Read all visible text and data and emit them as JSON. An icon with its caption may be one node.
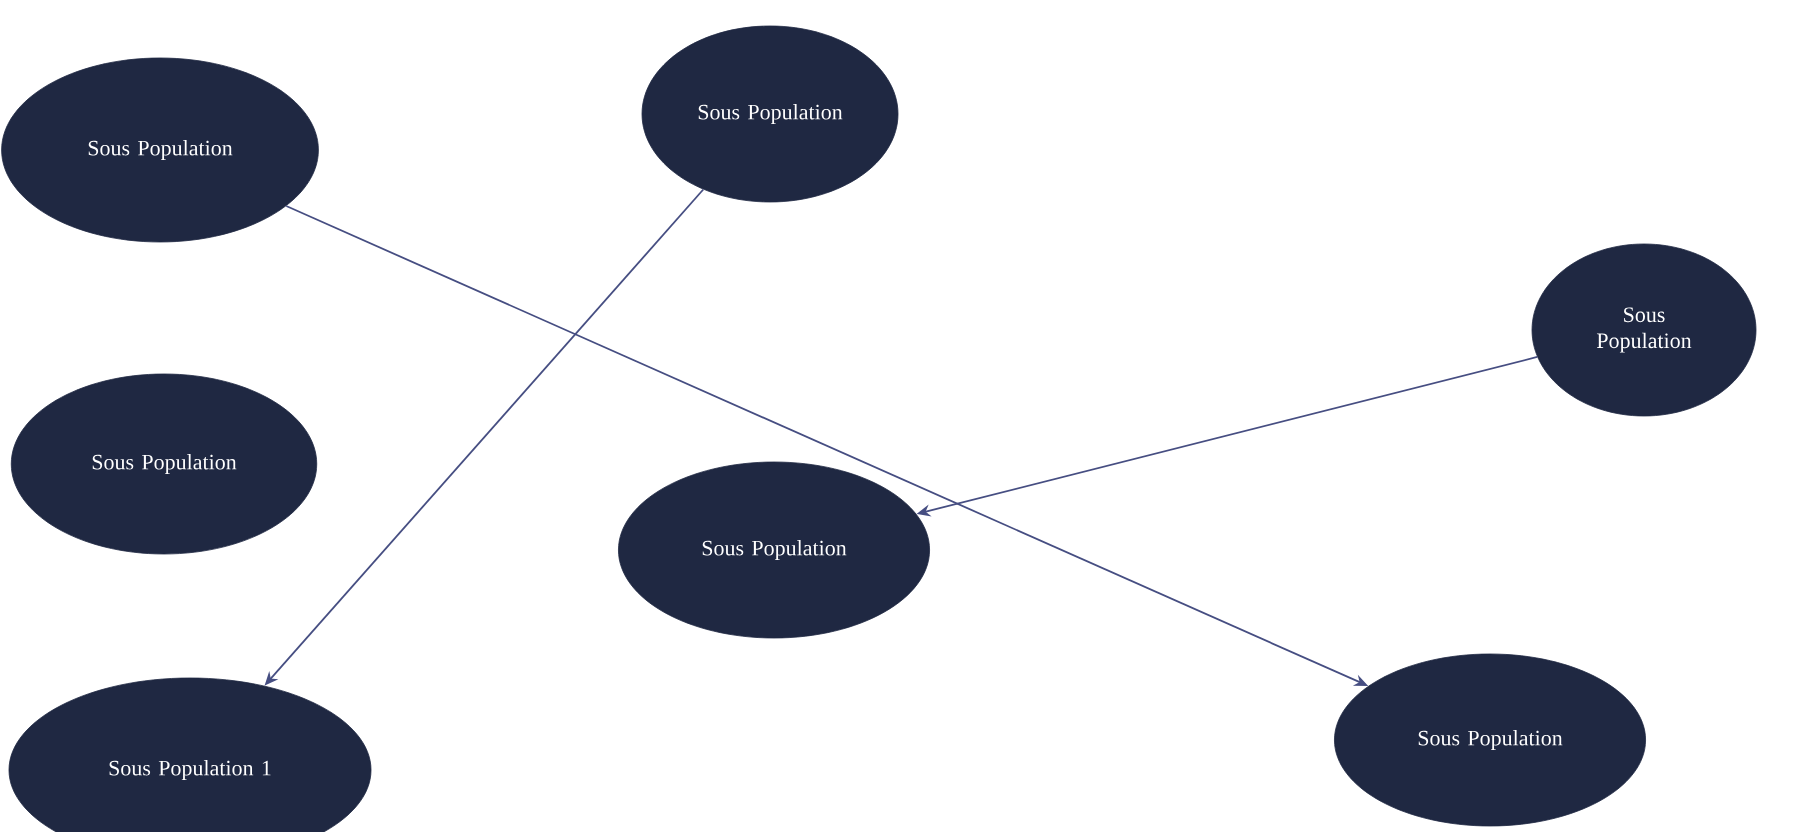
{
  "diagram": {
    "nodes": [
      {
        "text": [
          "Sous Population"
        ]
      },
      {
        "text": [
          "Sous Population"
        ]
      },
      {
        "text": [
          "Sous Population"
        ]
      },
      {
        "text": [
          "Sous Population"
        ]
      },
      {
        "text": [
          "Sous Population"
        ]
      },
      {
        "text": [
          "Sous Population 1"
        ]
      },
      {
        "text": [
          "Sous Population"
        ]
      }
    ],
    "edges": [
      {
        "from": 0,
        "to": 6,
        "arrow": "to"
      },
      {
        "from": 1,
        "to": 5,
        "arrow": "to"
      },
      {
        "from": 2,
        "to": 4,
        "arrow": "to"
      }
    ]
  }
}
